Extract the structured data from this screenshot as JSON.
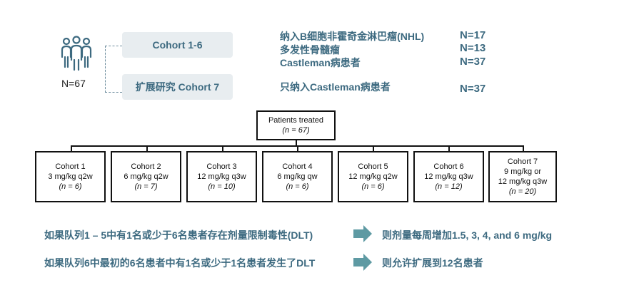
{
  "summary": {
    "total": "N=67",
    "cohort_a_label": "Cohort 1-6",
    "cohort_b_label": "扩展研究 Cohort 7",
    "enrollment": [
      {
        "text": "纳入B细胞非霍奇金淋巴瘤(NHL)",
        "n": "N=17"
      },
      {
        "text": "多发性骨髓瘤",
        "n": "N=13"
      },
      {
        "text": "Castleman病患者",
        "n": "N=37"
      }
    ],
    "expansion": {
      "text": "只纳入Castleman病患者",
      "n": "N=37"
    }
  },
  "tree": {
    "root": {
      "line1": "Patients treated",
      "line2": "(n = 67)"
    },
    "cohorts": [
      {
        "name": "Cohort 1",
        "dose": "3 mg/kg q2w",
        "n": "(n = 6)"
      },
      {
        "name": "Cohort 2",
        "dose": "6 mg/kg q2w",
        "n": "(n = 7)"
      },
      {
        "name": "Cohort 3",
        "dose": "12 mg/kg q3w",
        "n": "(n = 10)"
      },
      {
        "name": "Cohort 4",
        "dose": "6 mg/kg qw",
        "n": "(n = 6)"
      },
      {
        "name": "Cohort 5",
        "dose": "12 mg/kg q2w",
        "n": "(n = 6)"
      },
      {
        "name": "Cohort 6",
        "dose": "12 mg/kg q3w",
        "n": "(n = 12)"
      },
      {
        "name": "Cohort 7",
        "dose": "9 mg/kg or",
        "dose2": "12 mg/kg q3w",
        "n": "(n = 20)"
      }
    ]
  },
  "rules": [
    {
      "condition": "如果队列1 – 5中有1名或少于6名患者存在剂量限制毒性(DLT)",
      "result": "则剂量每周增加1.5, 3, 4, and 6 mg/kg"
    },
    {
      "condition": "如果队列6中最初的6名患者中有1名或少于1名患者发生了DLT",
      "result": "则允许扩展到12名患者"
    }
  ],
  "colors": {
    "accent": "#3d6a80",
    "pill_bg": "#e8edf0",
    "arrow": "#5e9aa3"
  },
  "icons": {
    "people": "people-group-icon",
    "arrow": "right-arrow-icon"
  }
}
